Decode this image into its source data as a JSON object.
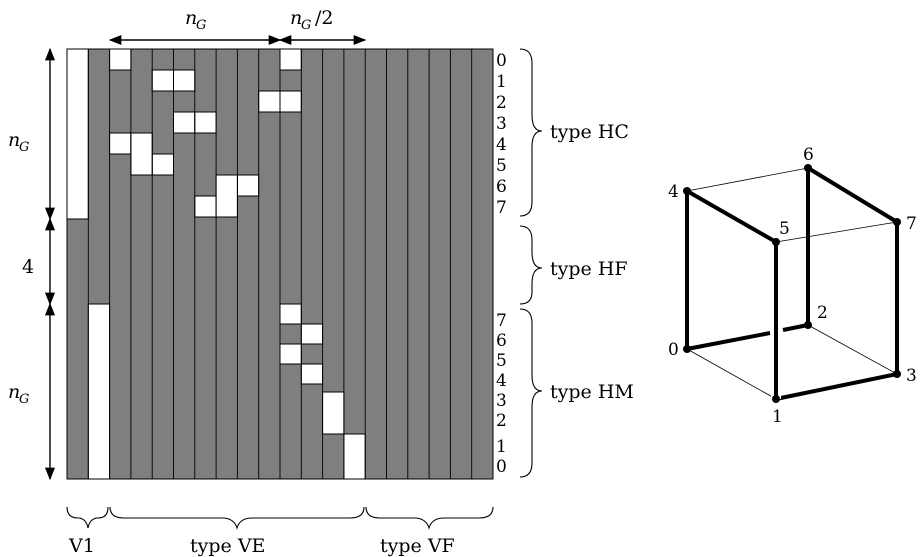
{
  "matrix": {
    "top_arrow_ng": {
      "main": "n",
      "sub": "G",
      "suffix": ""
    },
    "top_arrow_half": {
      "main": "n",
      "sub": "G",
      "suffix": "/2"
    },
    "left_ng_top": {
      "main": "n",
      "sub": "G"
    },
    "left_four": "4",
    "left_ng_bottom": {
      "main": "n",
      "sub": "G"
    },
    "row_labels_top": [
      "0",
      "1",
      "2",
      "3",
      "4",
      "5",
      "6",
      "7"
    ],
    "row_labels_bottom": [
      "7",
      "6",
      "5",
      "4",
      "3",
      "2",
      "1",
      "0"
    ],
    "group_labels": {
      "hc": "type HC",
      "hf": "type HF",
      "hm": "type HM"
    },
    "bottom_labels": {
      "v1": "V1",
      "ve": "type VE",
      "vf": "type VF"
    },
    "colors": {
      "fill": "#7f7f7f",
      "white": "#ffffff",
      "line": "#000000"
    }
  },
  "cube": {
    "vertex_labels": [
      "0",
      "1",
      "2",
      "3",
      "4",
      "5",
      "6",
      "7"
    ]
  }
}
